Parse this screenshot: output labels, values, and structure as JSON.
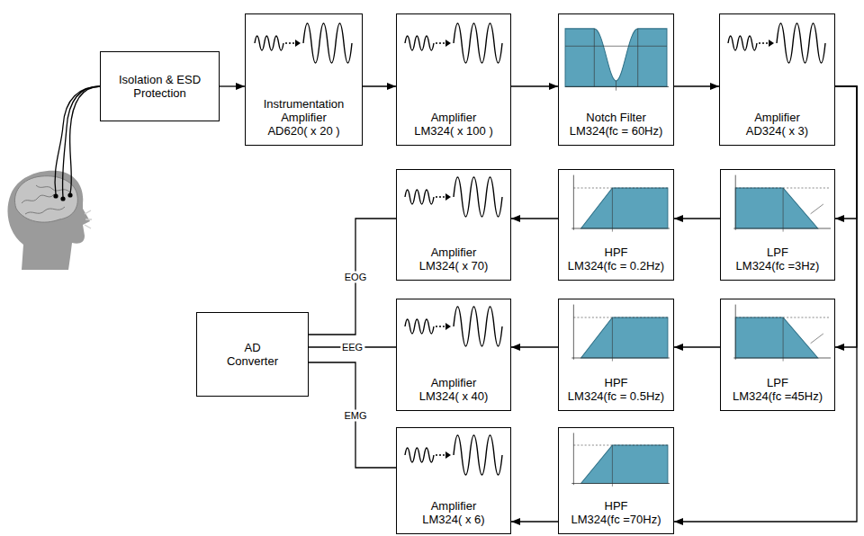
{
  "diagram": {
    "nodes": [
      {
        "text": [
          "Isolation & ESD Protection"
        ]
      },
      {
        "text": [
          "Instrumentation Amplifier",
          "AD620( x 20 )"
        ]
      },
      {
        "text": [
          "Amplifier",
          "LM324( x 100 )"
        ]
      },
      {
        "text": [
          "Notch Filter",
          "LM324(fc = 60Hz)"
        ]
      },
      {
        "text": [
          "Amplifier",
          "AD324( x 3)"
        ]
      },
      {
        "text": [
          "Amplifier",
          "LM324( x 70)"
        ]
      },
      {
        "text": [
          "HPF",
          "LM324(fc = 0.2Hz)"
        ]
      },
      {
        "text": [
          "LPF",
          "LM324(fc =3Hz)"
        ]
      },
      {
        "text": [
          "AD Converter"
        ]
      },
      {
        "text": [
          "Amplifier",
          "LM324( x 40)"
        ]
      },
      {
        "text": [
          "HPF",
          "LM324(fc = 0.5Hz)"
        ]
      },
      {
        "text": [
          "LPF",
          "LM324(fc =45Hz)"
        ]
      },
      {
        "text": [
          "Amplifier",
          "LM324( x 6)"
        ]
      },
      {
        "text": [
          "HPF",
          "LM324(fc =70Hz)"
        ]
      }
    ],
    "edges": [
      {
        "from": 0,
        "to": 1,
        "arrow": "to"
      },
      {
        "from": 1,
        "to": 2,
        "arrow": "to"
      },
      {
        "from": 2,
        "to": 3,
        "arrow": "to"
      },
      {
        "from": 3,
        "to": 4,
        "arrow": "to"
      },
      {
        "from": 4,
        "to": 7,
        "arrow": "to"
      },
      {
        "from": 4,
        "to": 11,
        "arrow": "to"
      },
      {
        "from": 4,
        "to": 13,
        "arrow": "to"
      },
      {
        "from": 7,
        "to": 6,
        "arrow": "to"
      },
      {
        "from": 6,
        "to": 5,
        "arrow": "to"
      },
      {
        "from": 11,
        "to": 10,
        "arrow": "to"
      },
      {
        "from": 10,
        "to": 9,
        "arrow": "to"
      },
      {
        "from": 13,
        "to": 12,
        "arrow": "to"
      },
      {
        "from": 5,
        "to": 8,
        "label": "EOG",
        "arrow": "none"
      },
      {
        "from": 9,
        "to": 8,
        "label": "EEG",
        "arrow": "none"
      },
      {
        "from": 12,
        "to": 8,
        "label": "EMG",
        "arrow": "none"
      }
    ]
  }
}
